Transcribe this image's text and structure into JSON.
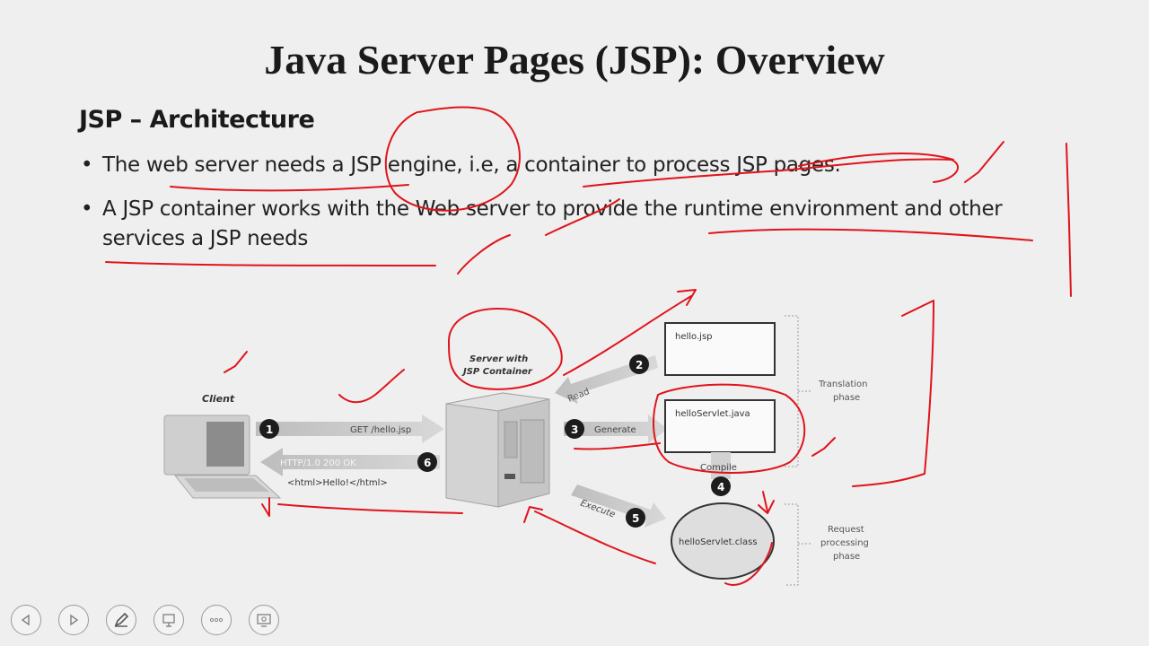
{
  "slide": {
    "title": "Java Server Pages (JSP): Overview",
    "subtitle": "JSP – Architecture",
    "bullets": [
      "The web server needs a JSP engine, i.e, a container to process JSP pages.",
      "A JSP container works with the Web server to provide the runtime environment and other services a JSP needs"
    ]
  },
  "diagram": {
    "client_label": "Client",
    "server_label_line1": "Server with",
    "server_label_line2": "JSP Container",
    "step1": "1",
    "step1_label": "GET /hello.jsp",
    "step6": "6",
    "step6_label": "HTTP/1.0 200 OK",
    "step6_body": "<html>Hello!</html>",
    "step2": "2",
    "step2_label": "Read",
    "step3": "3",
    "step3_label": "Generate",
    "step4": "4",
    "step4_label": "Compile",
    "step5": "5",
    "step5_label": "Execute",
    "file_jsp": "hello.jsp",
    "file_java": "helloServlet.java",
    "file_class": "helloServlet.class",
    "phase_translation_line1": "Translation",
    "phase_translation_line2": "phase",
    "phase_request_line1": "Request",
    "phase_request_line2": "processing",
    "phase_request_line3": "phase"
  },
  "toolbar": {
    "buttons": [
      {
        "name": "previous-slide-button",
        "icon": "triangle-left-icon"
      },
      {
        "name": "next-slide-button",
        "icon": "triangle-right-icon"
      },
      {
        "name": "pen-tool-button",
        "icon": "pen-icon"
      },
      {
        "name": "slide-view-button",
        "icon": "slide-icon"
      },
      {
        "name": "more-options-button",
        "icon": "ellipsis-icon"
      },
      {
        "name": "screen-button",
        "icon": "screen-icon"
      }
    ]
  },
  "colors": {
    "ink": "#e0141b",
    "text": "#1a1a1a",
    "background": "#efefef"
  }
}
